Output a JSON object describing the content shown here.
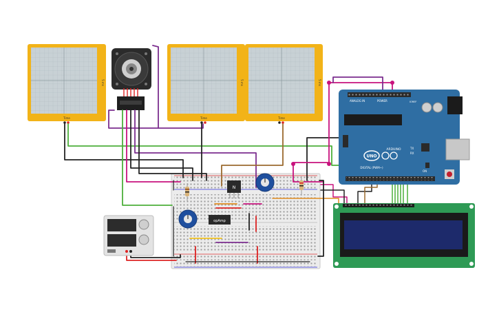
{
  "oscilloscopes": [
    {
      "side_label": "5 ms",
      "bottom_label": "Time"
    },
    {
      "side_label": "5 ms",
      "bottom_label": "Time"
    },
    {
      "side_label": "5 ms",
      "bottom_label": "Time"
    }
  ],
  "transistor_label": "N",
  "opamp_label": "opAmp",
  "arduino": {
    "logo": "UNO",
    "brand": "ARDUINO",
    "digital_header": "DIGITAL (PWM~)",
    "power_label": "POWER",
    "analog_label": "ANALOG IN",
    "tx_label": "TX",
    "rx_label": "RX",
    "l_label": "L",
    "on_label": "ON",
    "ioref_label": "IOREF"
  },
  "colors": {
    "scope_frame": "#f2b318",
    "scope_screen": "#c8d1d5",
    "arduino_board": "#2f6ea3",
    "lcd_board": "#2e9a55",
    "lcd_screen": "#1d2a6b",
    "wire_purple": "#7b2d8e",
    "wire_magenta": "#c8127d",
    "wire_green": "#4caf3a",
    "wire_black": "#222222",
    "wire_brown": "#9b6a2e",
    "wire_orange": "#e08b1e",
    "wire_red": "#d42a2a"
  }
}
